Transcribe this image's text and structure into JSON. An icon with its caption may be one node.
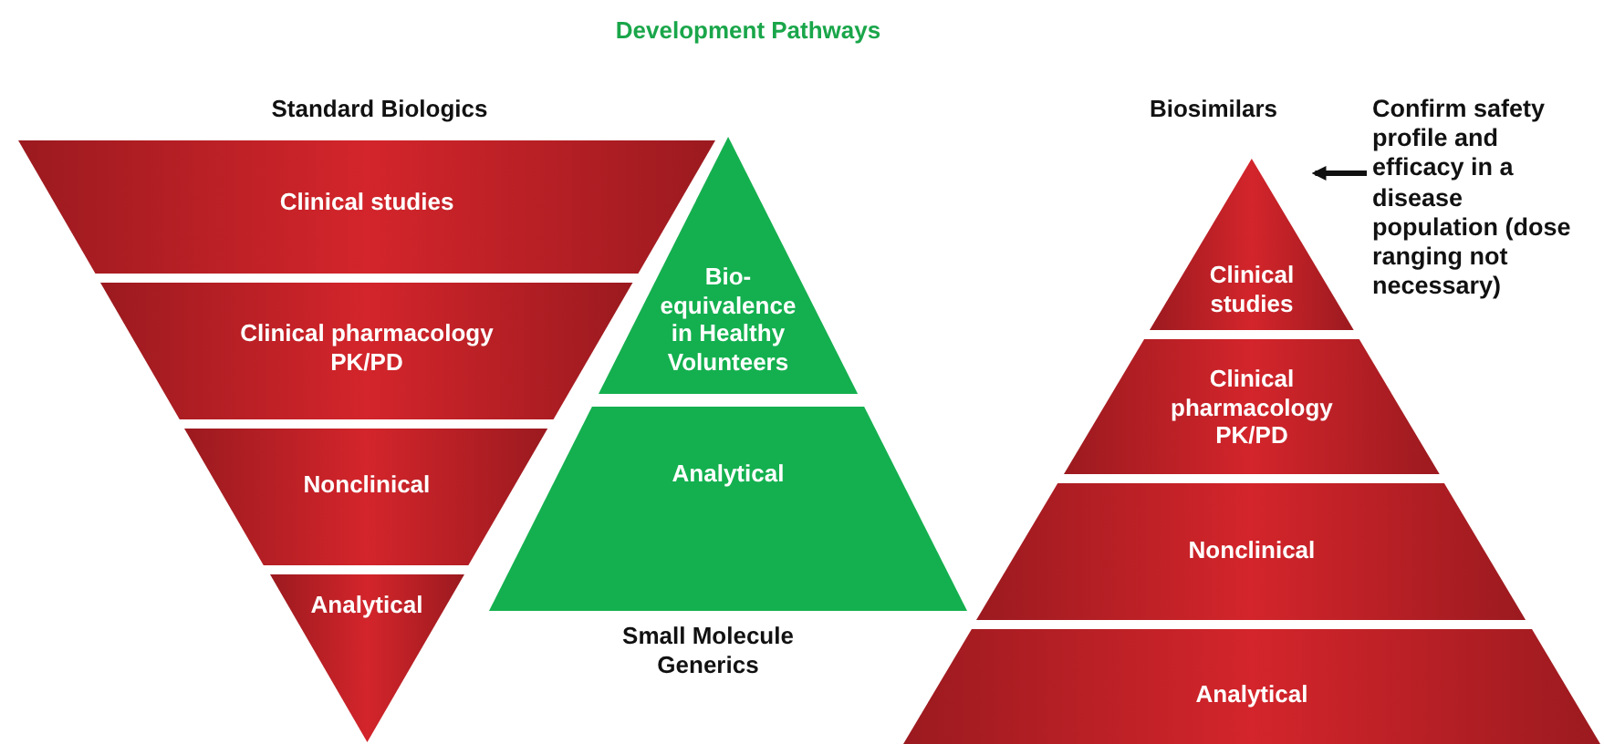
{
  "diagram": {
    "title": "Development Pathways",
    "nodes": [
      {
        "text": [
          "Clinical studies"
        ]
      },
      {
        "text": [
          "Clinical pharmacology PK/PD"
        ]
      },
      {
        "text": [
          "Nonclinical"
        ]
      },
      {
        "text": [
          "Analytical"
        ]
      },
      {
        "text": [
          "Bio-equivalence in Healthy Volunteers"
        ]
      },
      {
        "text": [
          "Analytical"
        ]
      },
      {
        "text": [
          "Clinical studies"
        ]
      },
      {
        "text": [
          "Clinical pharmacology PK/PD"
        ]
      },
      {
        "text": [
          "Nonclinical"
        ]
      },
      {
        "text": [
          "Analytical"
        ]
      },
      {
        "text": [
          "Confirm safety profile and efficacy in a disease population (dose ranging not necessary)"
        ]
      }
    ],
    "edges": [
      {
        "from": 10,
        "to": 6,
        "arrow": "to"
      }
    ],
    "labels": [
      "Standard Biologics",
      "Biosimilars",
      "Small Molecule Generics"
    ]
  }
}
